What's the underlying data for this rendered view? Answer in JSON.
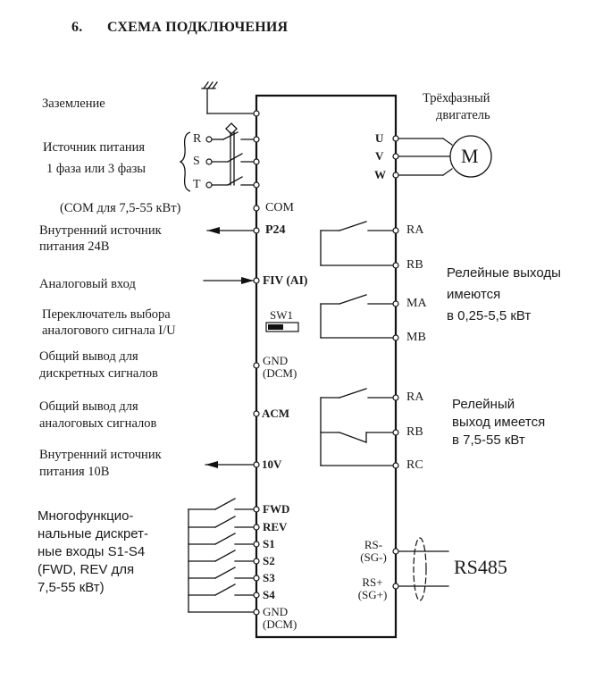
{
  "header": {
    "section_number": "6.",
    "title": "СХЕМА ПОДКЛЮЧЕНИЯ"
  },
  "left_labels": {
    "ground": "Заземление",
    "power_source_line1": "Источник питания",
    "power_source_line2": "1 фаза или 3 фазы",
    "com_note": "(COM для 7,5-55 кВт)",
    "internal_24v_line1": "Внутренний источник",
    "internal_24v_line2": "питания 24В",
    "analog_input": "Аналоговый вход",
    "selector_line1": "Переключатель выбора",
    "selector_line2": "аналогового сигнала I/U",
    "dcm_common_line1": "Общий вывод  для",
    "dcm_common_line2": "дискретных сигналов",
    "acm_common_line1": "Общий вывод  для",
    "acm_common_line2": "аналоговых сигналов",
    "internal_10v_line1": "Внутренний источник",
    "internal_10v_line2": "питания 10В",
    "multi_inputs_line1": "Многофункцио-",
    "multi_inputs_line2": "нальные дискрет-",
    "multi_inputs_line3": "ные входы S1-S4",
    "multi_inputs_line4": "(FWD, REV для",
    "multi_inputs_line5": "7,5-55 кВт)"
  },
  "right_labels": {
    "motor_line1": "Трёхфазный",
    "motor_line2": "двигатель",
    "motor_symbol": "M",
    "relay_small_line1": "Релейные выходы",
    "relay_small_line2": "имеются",
    "relay_small_line3": "в 0,25-5,5 кВт",
    "relay_large_line1": "Релейный",
    "relay_large_line2": "выход имеется",
    "relay_large_line3": "в 7,5-55 кВт",
    "rs485": "RS485"
  },
  "power_phases": [
    "R",
    "S",
    "T"
  ],
  "motor_terminals": [
    "U",
    "V",
    "W"
  ],
  "left_terminals": {
    "com": "COM",
    "p24": "P24",
    "fiv": "FIV (AI)",
    "sw1": "SW1",
    "gnd1_line1": "GND",
    "gnd1_line2": "(DCM)",
    "acm": "ACM",
    "v10": "10V",
    "gnd2_line1": "GND",
    "gnd2_line2": "(DCM)"
  },
  "discrete_inputs": [
    "FWD",
    "REV",
    "S1",
    "S2",
    "S3",
    "S4"
  ],
  "relay_small_terminals": [
    "RA",
    "RB",
    "MA",
    "MB"
  ],
  "relay_large_terminals": [
    "RA",
    "RB",
    "RC"
  ],
  "rs485_terminals": {
    "minus_line1": "RS-",
    "minus_line2": "(SG-)",
    "plus_line1": "RS+",
    "plus_line2": "(SG+)"
  },
  "sw1_state": "left"
}
